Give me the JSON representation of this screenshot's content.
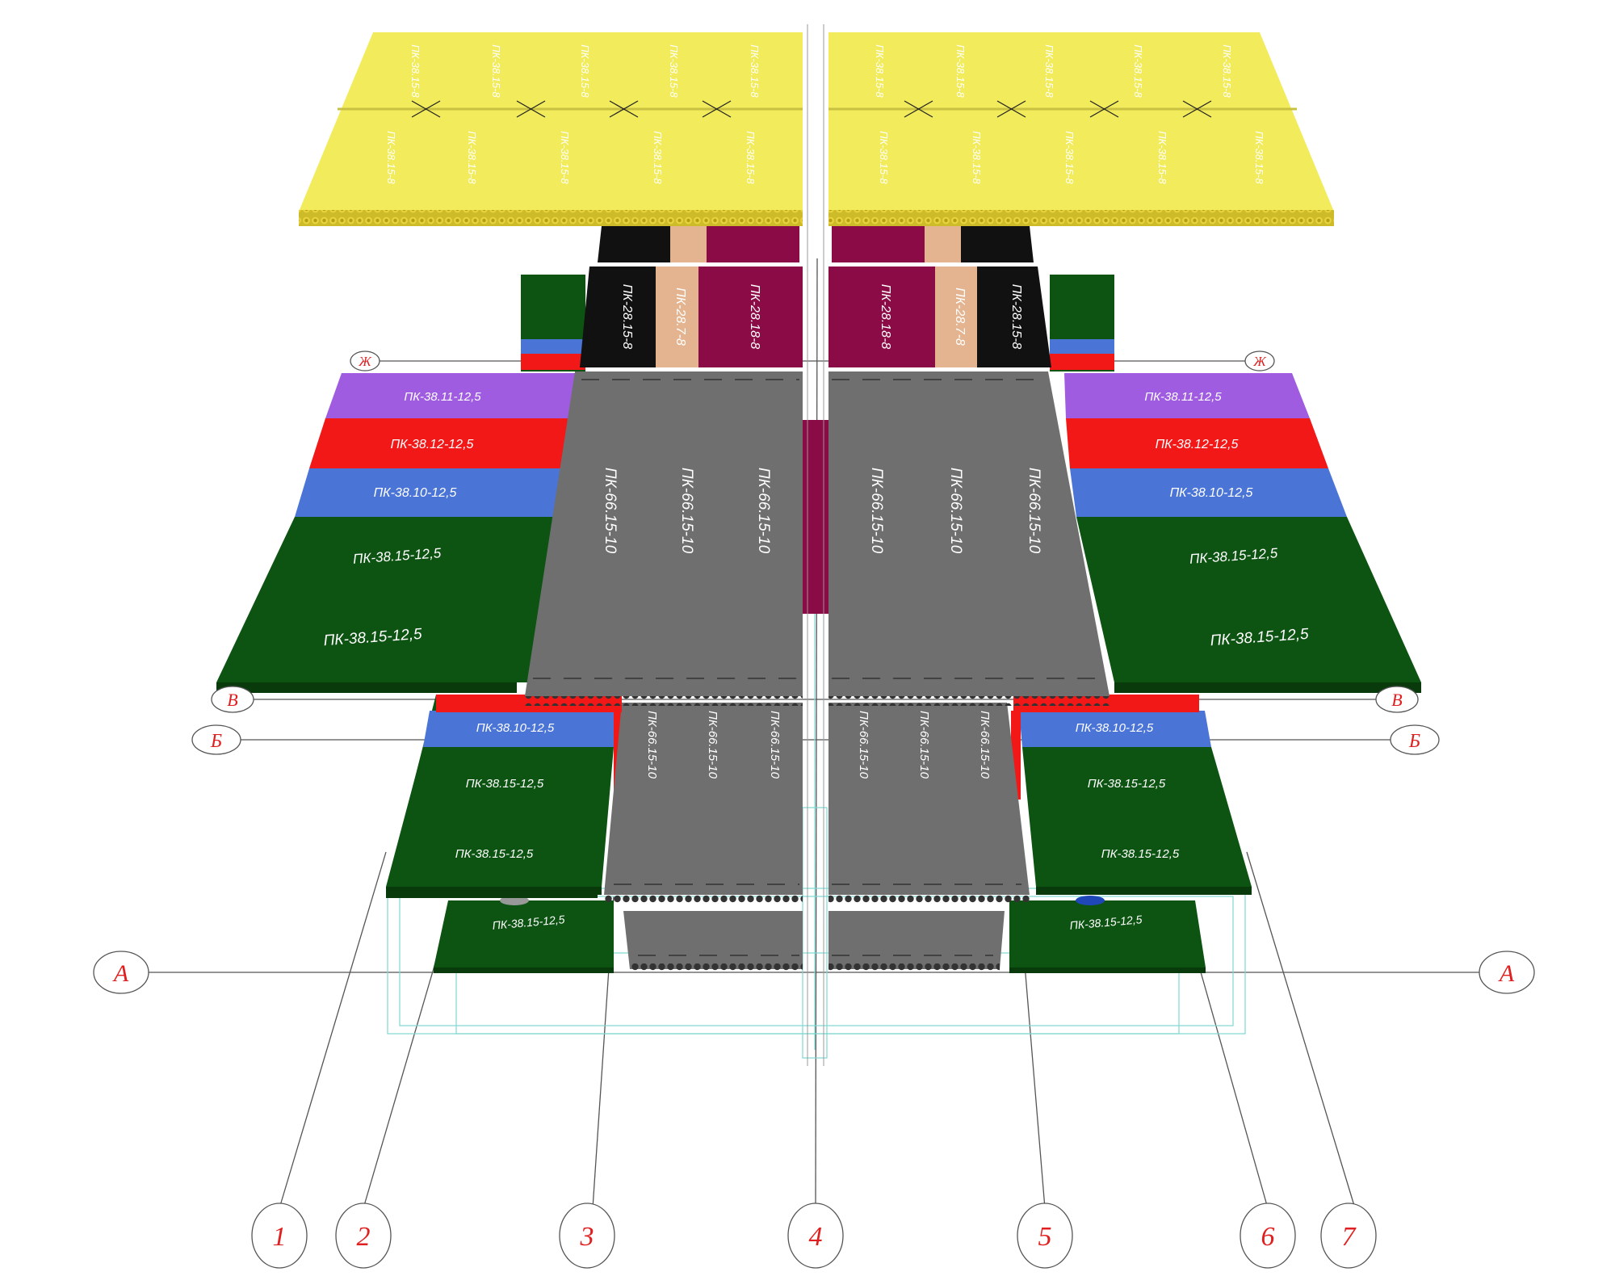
{
  "colors": {
    "yellow": "#f2ec5c",
    "green": "#0d5413",
    "blue": "#4a74d6",
    "red": "#f21818",
    "purple": "#a05ce0",
    "gray": "#6f6f6f",
    "black": "#111111",
    "tan": "#e3b48f",
    "maroon": "#8a0b45",
    "bubble": "#e02020",
    "line": "#555555"
  },
  "axes": {
    "numbers": [
      "1",
      "2",
      "3",
      "4",
      "5",
      "6",
      "7"
    ],
    "letters_left": [
      "Ж",
      "В",
      "Б",
      "А"
    ],
    "letters_right": [
      "Ж",
      "В",
      "Б",
      "А"
    ]
  },
  "slabs": {
    "top_yellow": "ПК-38.15-8",
    "black": "ПК-28.15-8",
    "tan": "ПК-28.7-8",
    "maroon": "ПК-28.18-8",
    "mid_left": [
      "ПК-38.11-12,5",
      "ПК-38.12-12,5",
      "ПК-38.10-12,5",
      "ПК-38.15-12,5",
      "ПК-38.15-12,5"
    ],
    "mid_right": [
      "ПК-38.11-12,5",
      "ПК-38.12-12,5",
      "ПК-38.10-12,5",
      "ПК-38.15-12,5",
      "ПК-38.15-12,5"
    ],
    "mid_gray": "ПК-66.15-10",
    "low_left": [
      "ПК-38.10-12,5",
      "ПК-38.15-12,5",
      "ПК-38.15-12,5"
    ],
    "low_right": [
      "ПК-38.10-12,5",
      "ПК-38.15-12,5",
      "ПК-38.15-12,5"
    ],
    "low_gray": "ПК-66.15-10",
    "bottom_left": "ПК-38.15-12,5",
    "bottom_right": "ПК-38.15-12,5"
  }
}
